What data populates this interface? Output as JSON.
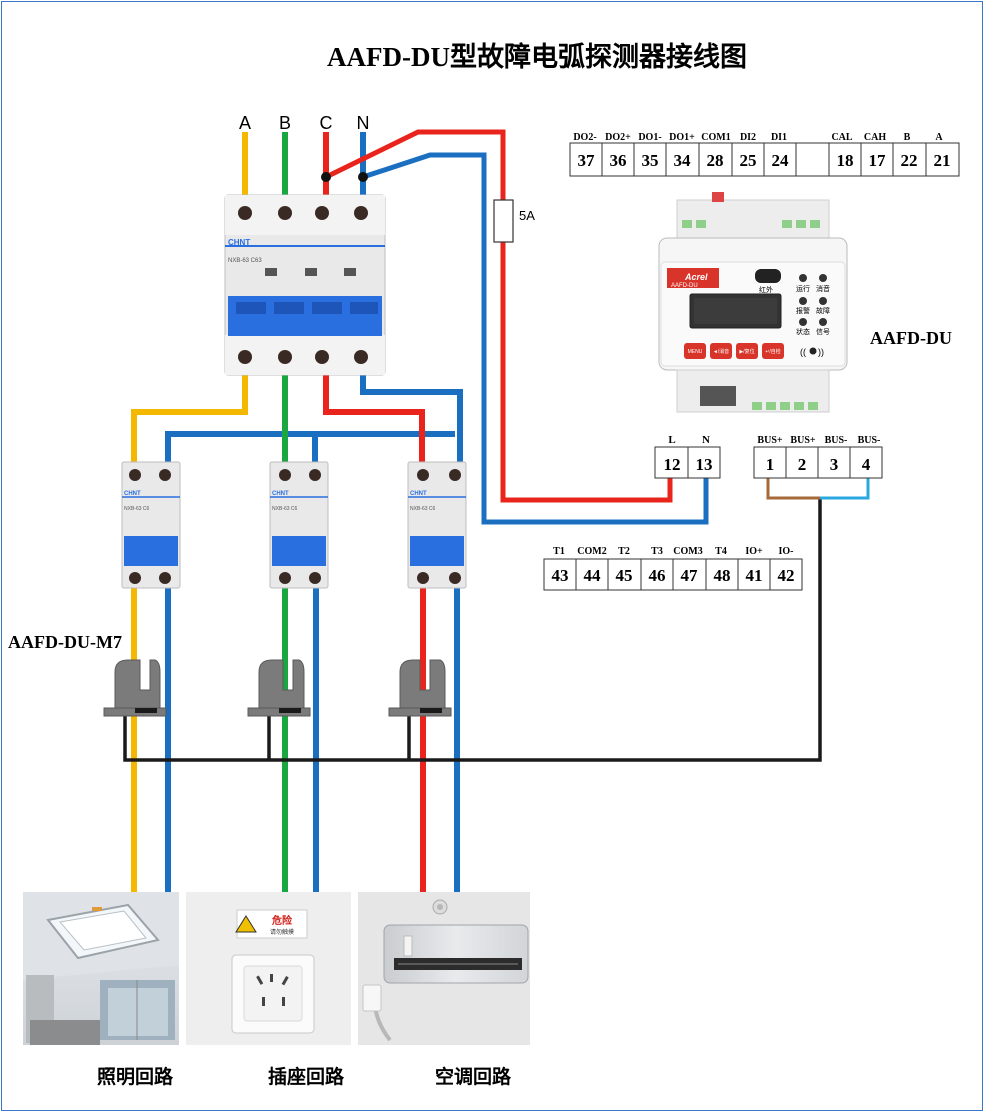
{
  "title": "AAFD-DU型故障电弧探测器接线图",
  "phase_labels": [
    "A",
    "B",
    "C",
    "N"
  ],
  "fuse_label": "5A",
  "device": {
    "name": "AAFD-DU",
    "brand": "Acrel",
    "model_text": "AAFD-DU",
    "infrared_label": "红外",
    "indicator_labels": [
      "运行",
      "消音",
      "报警",
      "故障",
      "状态",
      "信号"
    ],
    "button_labels": [
      "MENU",
      "◄/消音",
      "▶/复位",
      "↵/自检"
    ]
  },
  "sensor_label": "AAFD-DU-M7",
  "breaker_brand": "CHNT",
  "main_breaker_model": "NXB-63 C63",
  "branch_breaker_model": "NXB-63 C6",
  "top_terminals": {
    "labels": [
      "DO2-",
      "DO2+",
      "DO1-",
      "DO1+",
      "COM1",
      "DI2",
      "DI1",
      "",
      "CAL",
      "CAH",
      "B",
      "A"
    ],
    "numbers": [
      "37",
      "36",
      "35",
      "34",
      "28",
      "25",
      "24",
      "",
      "18",
      "17",
      "22",
      "21"
    ]
  },
  "power_terminals": {
    "labels": [
      "L",
      "N"
    ],
    "numbers": [
      "12",
      "13"
    ]
  },
  "bus_terminals": {
    "labels": [
      "BUS+",
      "BUS+",
      "BUS-",
      "BUS-"
    ],
    "numbers": [
      "1",
      "2",
      "3",
      "4"
    ]
  },
  "bottom_terminals": {
    "labels": [
      "T1",
      "COM2",
      "T2",
      "T3",
      "COM3",
      "T4",
      "IO+",
      "IO-"
    ],
    "numbers": [
      "43",
      "44",
      "45",
      "46",
      "47",
      "48",
      "41",
      "42"
    ]
  },
  "loads": [
    {
      "name": "照明回路",
      "kind": "ceiling-light"
    },
    {
      "name": "插座回路",
      "kind": "wall-socket",
      "warning_title": "危险",
      "warning_sub": "请勿触摸"
    },
    {
      "name": "空调回路",
      "kind": "air-conditioner"
    }
  ],
  "colors": {
    "phase_a": "#f5b800",
    "phase_b": "#1aa640",
    "phase_c": "#e8241c",
    "neutral": "#1b6fc1",
    "signal": "#1a1a1a",
    "bus_brown": "#a56a3a",
    "bus_cyan": "#2aa9e0",
    "breaker_blue": "#2a6fe0",
    "frame": "#3a78c7"
  }
}
